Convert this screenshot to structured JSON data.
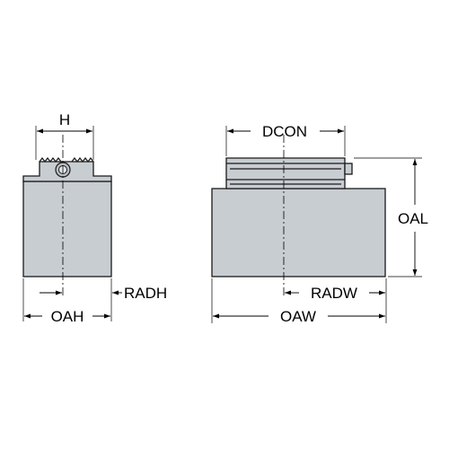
{
  "labels": {
    "h": "H",
    "oah": "OAH",
    "radh": "RADH",
    "dcon": "DCON",
    "oal": "OAL",
    "radw": "RADW",
    "oaw": "OAW"
  },
  "colors": {
    "body_fill": "#c8cdd2",
    "line": "#1a1a1a"
  }
}
